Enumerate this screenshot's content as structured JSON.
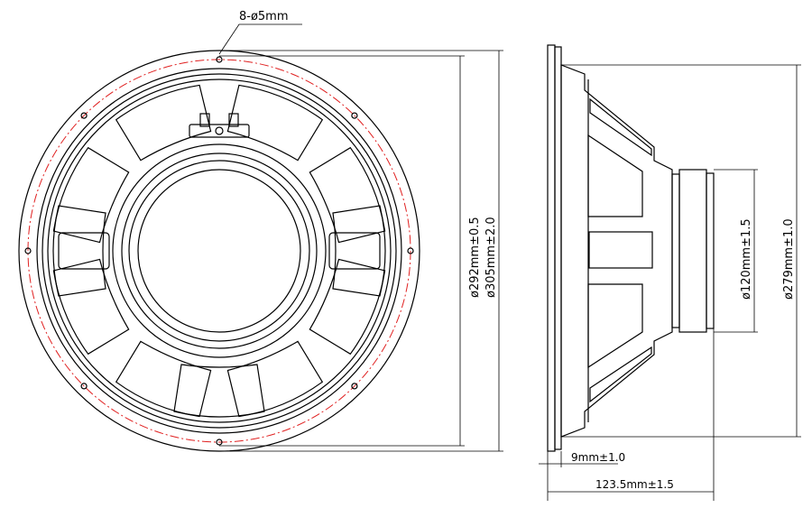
{
  "title": "Loudspeaker outline drawing",
  "labels": {
    "mount_holes": "8-ø5mm",
    "bolt_circle": "ø292mm±0.5",
    "outer_diameter": "ø305mm±2.0",
    "magnet_diameter": "ø120mm±1.5",
    "basket_diameter": "ø279mm±1.0",
    "flange_thickness": "9mm±1.0",
    "total_depth": "123.5mm±1.5"
  },
  "colors": {
    "line": "#000000",
    "bolt_circle": "#e02020"
  }
}
